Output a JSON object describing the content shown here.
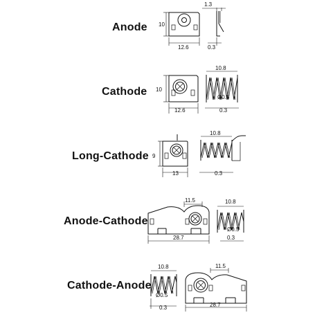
{
  "rows": [
    {
      "label": "Anode",
      "dims": {
        "height": "10",
        "width": "12.6",
        "thickness": "0.3",
        "tab": "1.3"
      }
    },
    {
      "label": "Cathode",
      "dims": {
        "height": "10",
        "width": "12.6",
        "spring_len": "10.8",
        "wire": "Ø0.5",
        "thickness": "0.3"
      }
    },
    {
      "label": "Long-Cathode",
      "dims": {
        "height": "9",
        "width": "13",
        "spring_len": "10.8",
        "thickness": "0.3"
      }
    },
    {
      "label": "Anode-Cathode",
      "dims": {
        "pitch": "11.5",
        "width": "28.7",
        "spring_len": "10.8",
        "wire": "Ø0.5",
        "thickness": "0.3"
      }
    },
    {
      "label": "Cathode-Anode",
      "dims": {
        "pitch": "11.5",
        "width": "28.7",
        "spring_len": "10.8",
        "wire": "Ø0.5",
        "thickness": "0.3"
      }
    }
  ]
}
